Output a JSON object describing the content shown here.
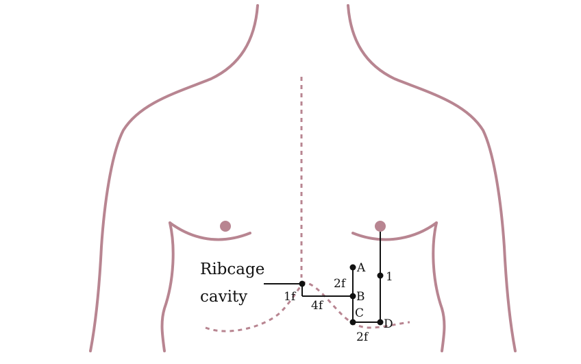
{
  "colors": {
    "body_outline": "#b88591",
    "markers": "#111111"
  },
  "labels": {
    "ribcage_line1": "Ribcage",
    "ribcage_line2": "cavity",
    "point_a": "A",
    "point_b": "B",
    "point_c": "C",
    "point_d": "D",
    "point_1": "1",
    "dist_1f": "1f",
    "dist_4f": "4f",
    "dist_2f_upper": "2f",
    "dist_2f_lower": "2f"
  }
}
